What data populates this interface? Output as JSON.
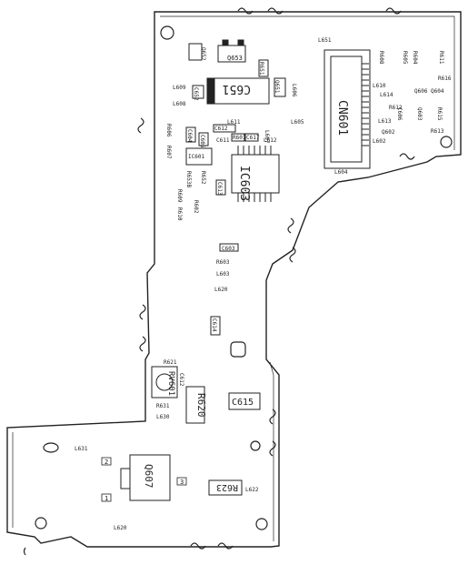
{
  "labels": {
    "c651": "C651",
    "cn601": "CN601",
    "ic603": "IC603",
    "q653": "Q653",
    "q652": "Q652",
    "r651": "R651",
    "c652": "C652",
    "q651": "Q651",
    "l609": "L609",
    "l608": "L608",
    "l651": "L651",
    "r601": "R601",
    "c617": "C617",
    "c611": "C611",
    "c612a": "C612",
    "l611": "L611",
    "l612": "L612",
    "l607": "L607",
    "l605": "L605",
    "r615": "R615",
    "c604": "C604",
    "c605": "C605",
    "r606": "R606",
    "r607": "R607",
    "ic601": "IC601",
    "r653b": "R653B",
    "r652": "R652",
    "c613": "C613",
    "r609": "R609",
    "r610": "R610",
    "r602": "R602",
    "l604": "L604",
    "r608": "R608",
    "r605": "R605",
    "r604": "R604",
    "r611": "R611",
    "l610": "L610",
    "r616": "R616",
    "l614": "L614",
    "q604": "Q604",
    "q606": "Q606",
    "l613": "L613",
    "c606": "C606",
    "r613": "R613",
    "q602": "Q602",
    "r612": "R612",
    "l602": "L602",
    "q603": "Q603",
    "l606": "L606",
    "c603": "C603",
    "l603": "L603",
    "r603": "R603",
    "c614": "C614",
    "rv601": "RV601",
    "r621": "R621",
    "c612": "C612",
    "r620": "R620",
    "r631": "R631",
    "c615": "C615",
    "l630": "L630",
    "l631": "L631",
    "q607": "Q607",
    "r623": "R623",
    "l622": "L622",
    "l620": "L620",
    "pin1": "1",
    "pin2": "2",
    "pin3": "3"
  }
}
